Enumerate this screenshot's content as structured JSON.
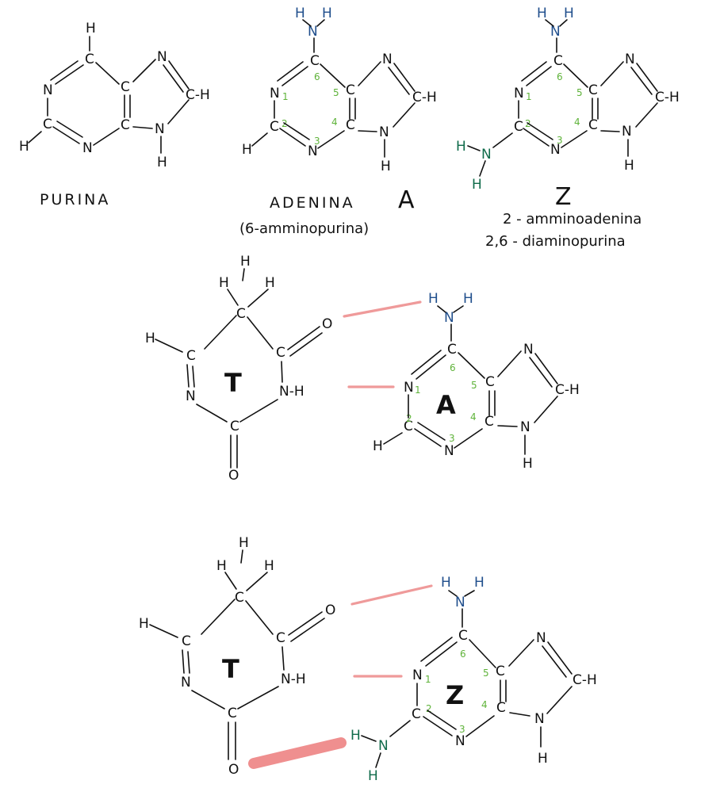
{
  "labels": {
    "purina": "PURINA",
    "adenina": "ADENINA",
    "adenina_letter": "A",
    "adenina_sub": "(6-amminopurina)",
    "z_letter": "Z",
    "z_sub1": "2 - amminoadenina",
    "z_sub2": "2,6 - diaminopurina"
  },
  "pair_letters": {
    "t1": "T",
    "a1": "A",
    "t2": "T",
    "z2": "Z"
  },
  "atoms": {
    "C": "C",
    "N": "N",
    "H": "H",
    "O": "O",
    "CH": "C-H",
    "NH": "N-H",
    "HN": "H-N"
  },
  "ring_numbers": [
    "1",
    "2",
    "3",
    "4",
    "5",
    "6"
  ],
  "colors": {
    "amino_blue": "#1f4e8c",
    "amino_green": "#0f6b4a",
    "ring_numbers": "#5fb33a",
    "hydrogen_bond": "#ef9a9a"
  }
}
